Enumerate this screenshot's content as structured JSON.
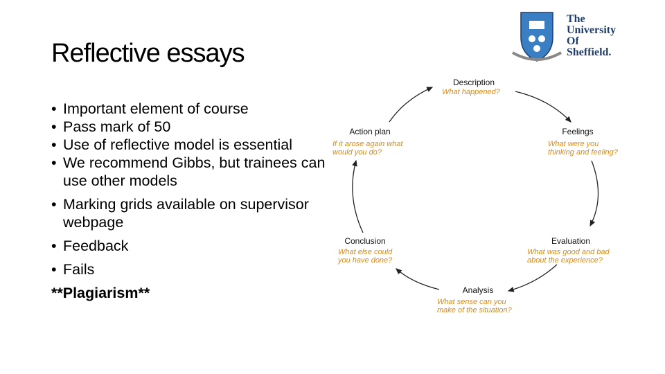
{
  "slide": {
    "title": "Reflective essays",
    "bullets": [
      "Important element of course",
      "Pass mark of 50",
      "Use of reflective model is essential",
      "We recommend Gibbs, but trainees can use other models",
      "Marking grids available on supervisor webpage",
      "Feedback",
      "Fails"
    ],
    "footer_text": "**Plagiarism**"
  },
  "logo": {
    "line1": "The",
    "line2": "University",
    "line3": "Of",
    "line4": "Sheffield."
  },
  "cycle": {
    "description": "Description",
    "description_q": "What happened?",
    "feelings": "Feelings",
    "feelings_q1": "What were you",
    "feelings_q2": "thinking and feeling?",
    "evaluation": "Evaluation",
    "evaluation_q1": "What was good and bad",
    "evaluation_q2": "about the experience?",
    "analysis": "Analysis",
    "analysis_q1": "What sense can you",
    "analysis_q2": "make of the situation?",
    "conclusion": "Conclusion",
    "conclusion_q1": "What else could",
    "conclusion_q2": "you have done?",
    "action_plan": "Action plan",
    "action_plan_q1": "If it arose again what",
    "action_plan_q2": "would you do?"
  },
  "colors": {
    "question_text": "#d98a1a",
    "logo_blue": "#1f3c6e",
    "shield_blue": "#3a7fc4"
  }
}
